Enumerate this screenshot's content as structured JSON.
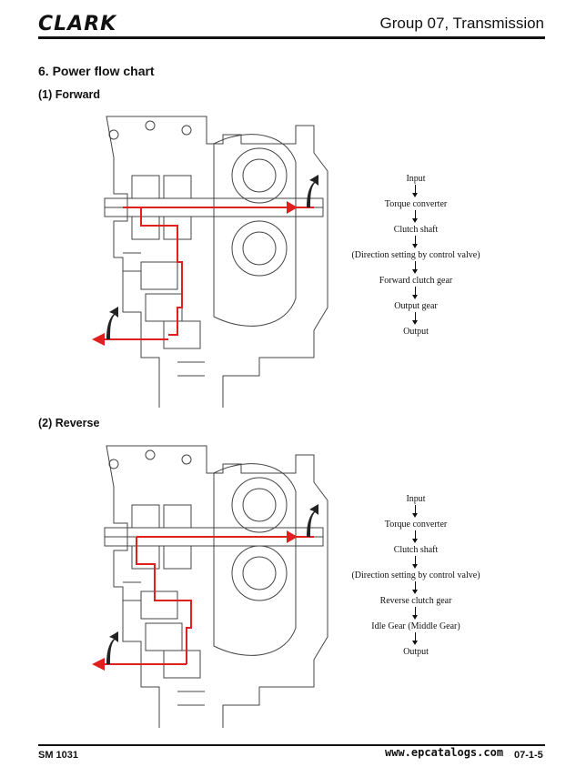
{
  "header": {
    "logo": "CLARK",
    "group_title": "Group 07, Transmission"
  },
  "section": {
    "title": "6. Power flow chart"
  },
  "forward": {
    "label": "(1) Forward",
    "steps": [
      "Input",
      "Torque converter",
      "Clutch shaft",
      "(Direction setting by control valve)",
      "Forward clutch gear",
      "Output gear",
      "Output"
    ]
  },
  "reverse": {
    "label": "(2) Reverse",
    "steps": [
      "Input",
      "Torque converter",
      "Clutch shaft",
      "(Direction setting by control valve)",
      "Reverse clutch gear",
      "Idle Gear (Middle Gear)",
      "Output"
    ]
  },
  "footer": {
    "doc_code": "SM 1031",
    "watermark": "www.epcatalogs.com",
    "page": "07-1-5"
  },
  "colors": {
    "flow_line": "#e0201e",
    "drawing": "#444444"
  }
}
